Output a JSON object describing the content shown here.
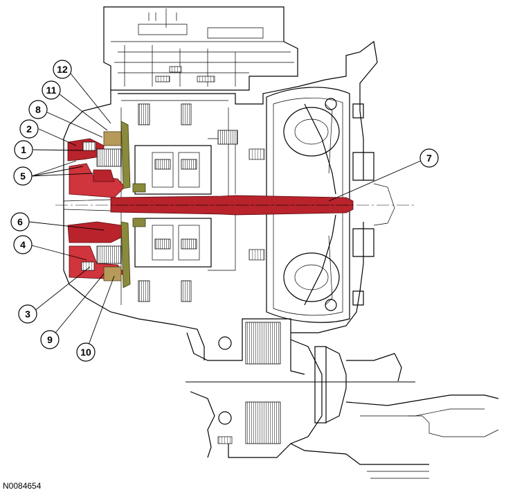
{
  "figure_id": "N0084654",
  "callouts": [
    "1",
    "2",
    "3",
    "4",
    "5",
    "6",
    "7",
    "8",
    "9",
    "10",
    "11",
    "12"
  ],
  "colors": {
    "highlight_red": "#b8232c",
    "highlight_olive": "#8a8a3c",
    "highlight_tan": "#b79a5a",
    "line": "#000000",
    "background": "#ffffff"
  }
}
